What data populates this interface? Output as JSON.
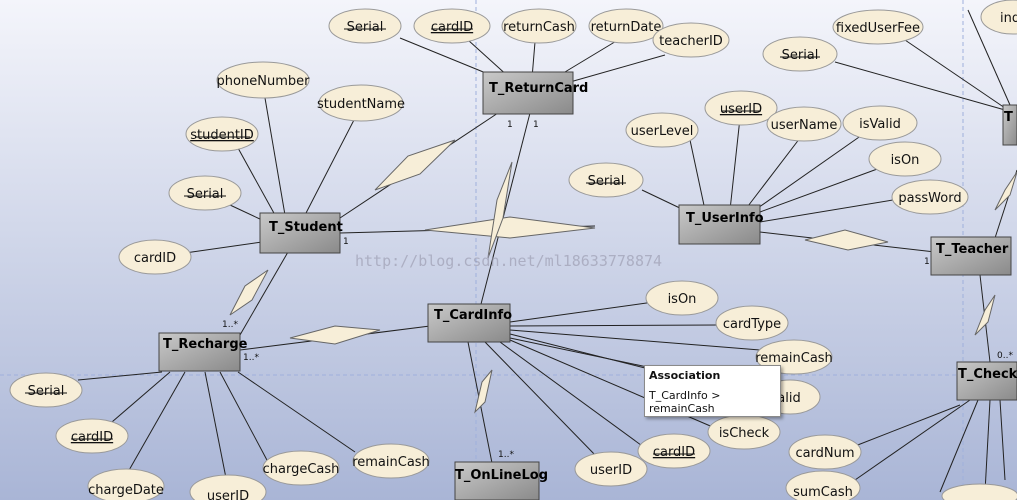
{
  "watermark": "http://blog.csdn.net/ml18633778874",
  "tooltip": {
    "title": "Association",
    "detail": "T_CardInfo > remainCash"
  },
  "entities": {
    "returncard": "T_ReturnCard",
    "student": "T_Student",
    "userinfo": "T_UserInfo",
    "teacher": "T_Teacher",
    "cardinfo": "T_CardInfo",
    "recharge": "T_Recharge",
    "onlinelog": "T_OnLineLog",
    "checkout": "T_CheckI"
  },
  "attributes": {
    "rc_serial": "Serial",
    "rc_cardid": "cardID",
    "rc_returncash": "returnCash",
    "rc_returndate": "returnDate",
    "rc_teacherid": "teacherID",
    "st_phone": "phoneNumber",
    "st_name": "studentName",
    "st_id": "studentID",
    "st_serial": "Serial",
    "st_cardid": "cardID",
    "ui_userlevel": "userLevel",
    "ui_userid": "userID",
    "ui_username": "userName",
    "ui_isvalid": "isValid",
    "ui_ison": "isOn",
    "ui_password": "passWord",
    "ui_serial": "Serial",
    "te_fixedfee": "fixedUserFee",
    "te_serial": "Serial",
    "te_ind": "ind",
    "ci_ison": "isOn",
    "ci_cardtype": "cardType",
    "ci_remaincash": "remainCash",
    "ci_isvalid": "alid",
    "ci_ischeck": "isCheck",
    "ci_cardid": "cardID",
    "ci_userid": "userID",
    "re_serial": "Serial",
    "re_cardid": "cardID",
    "re_chargecash": "chargeCash",
    "re_remaincash": "remainCash",
    "re_chargedate": "chargeDate",
    "re_userid": "userID",
    "co_cardnum": "cardNum",
    "co_sumcash": "sumCash"
  },
  "multiplicities": {
    "m_rc_1a": "1",
    "m_rc_1b": "1",
    "m_st_1": "1",
    "m_re_1": "1..*",
    "m_re_2": "1..*",
    "m_te_1": "1",
    "m_co_1": "0..*",
    "m_ol_1": "1..*"
  }
}
